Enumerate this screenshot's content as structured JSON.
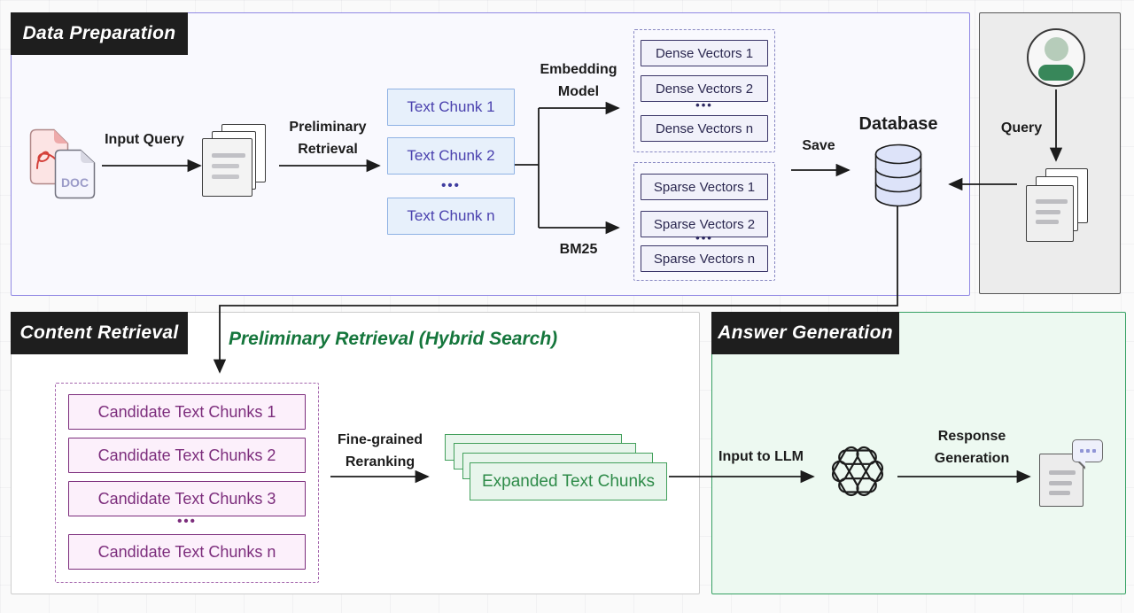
{
  "sections": {
    "data_preparation": {
      "label": "Data Preparation"
    },
    "content_retrieval": {
      "label": "Content Retrieval"
    },
    "answer_generation": {
      "label": "Answer Generation"
    }
  },
  "data_prep": {
    "doc_icon_text": "DOC",
    "input_query_label": "Input Query",
    "preliminary_line1": "Preliminary",
    "preliminary_line2": "Retrieval",
    "text_chunks": [
      "Text Chunk 1",
      "Text Chunk 2",
      "Text Chunk n"
    ],
    "embedding_line1": "Embedding",
    "embedding_line2": "Model",
    "bm25_label": "BM25",
    "dense_vectors": [
      "Dense Vectors 1",
      "Dense Vectors 2",
      "Dense Vectors n"
    ],
    "sparse_vectors": [
      "Sparse Vectors 1",
      "Sparse Vectors 2",
      "Sparse Vectors n"
    ],
    "save_label": "Save",
    "database_label": "Database"
  },
  "query_panel": {
    "query_label": "Query"
  },
  "content_retrieval": {
    "title": "Preliminary Retrieval (Hybrid Search)",
    "candidate_chunks": [
      "Candidate Text Chunks 1",
      "Candidate Text Chunks 2",
      "Candidate Text Chunks 3",
      "Candidate Text Chunks n"
    ],
    "fine_grained_line1": "Fine-grained",
    "fine_grained_line2": "Reranking",
    "expanded_label": "Expanded Text Chunks"
  },
  "answer_generation": {
    "input_to_llm_label": "Input to LLM",
    "response_line1": "Response",
    "response_line2": "Generation"
  },
  "ui": {
    "dots": "•••"
  },
  "colors": {
    "data_prep_border": "#9189e4",
    "answer_gen_border": "#36a164",
    "section_label_bg": "#1e1e1e",
    "text_chunk_text": "#4a41ae",
    "vector_border": "#3a3568",
    "candidate_purple": "#7c2d7c",
    "expanded_green": "#2e8b49",
    "title_green": "#15763c",
    "arrow_color": "#1c1c1c",
    "database_fill": "#dde3f9"
  }
}
